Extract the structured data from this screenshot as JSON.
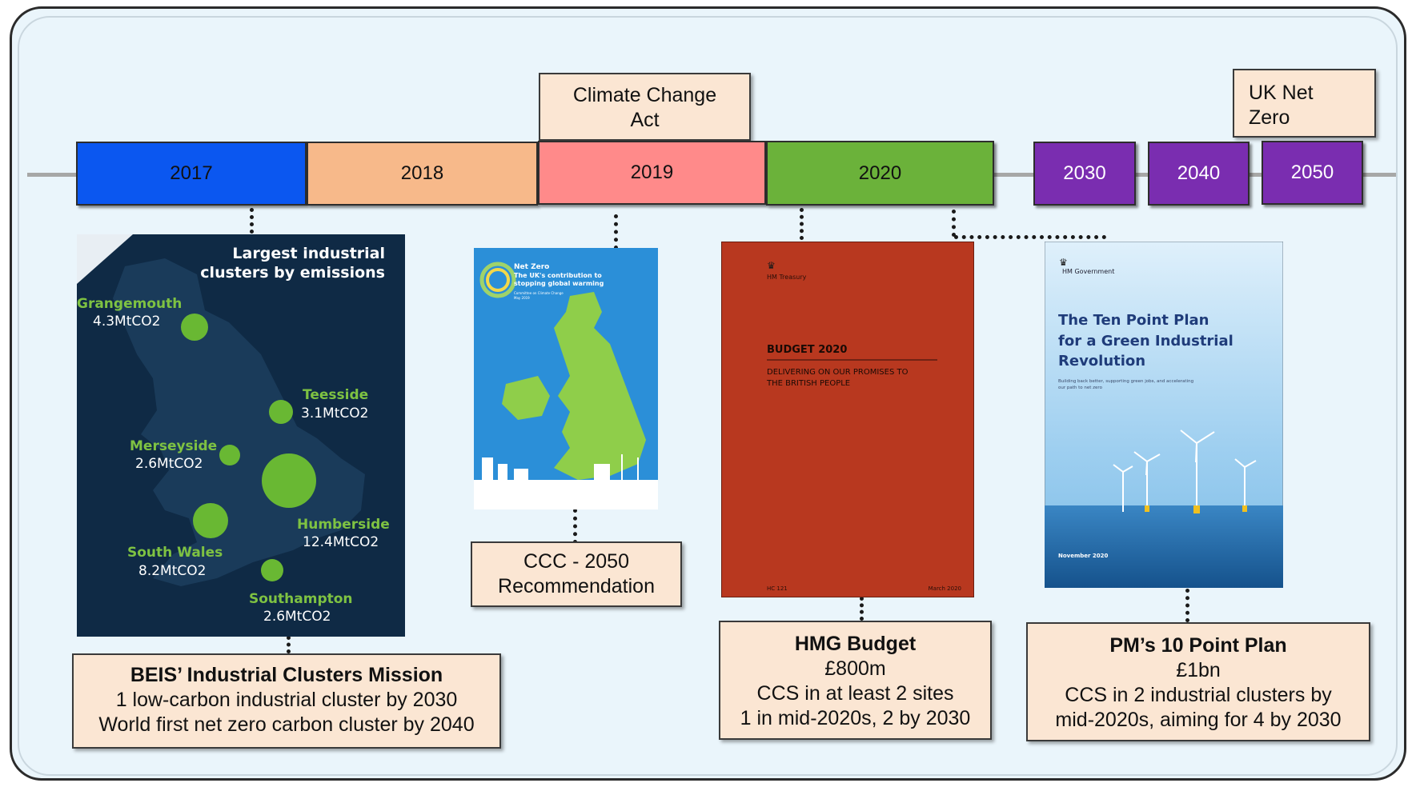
{
  "timeline": {
    "years": [
      {
        "label": "2017",
        "color": "#0b57f0"
      },
      {
        "label": "2018",
        "color": "#f7b98a"
      },
      {
        "label": "2019",
        "color": "#ff8a8a"
      },
      {
        "label": "2020",
        "color": "#6bb23a"
      },
      {
        "label": "2030",
        "color": "#7a2db0"
      },
      {
        "label": "2040",
        "color": "#7a2db0"
      },
      {
        "label": "2050",
        "color": "#7a2db0"
      }
    ]
  },
  "top_notes": {
    "climate_change_act": [
      "Climate Change",
      "Act"
    ],
    "uk_net_zero": [
      "UK Net",
      "Zero"
    ]
  },
  "map_panel": {
    "title": [
      "Largest industrial",
      "clusters by emissions"
    ],
    "clusters": [
      {
        "name": "Grangemouth",
        "value": "4.3MtCO2"
      },
      {
        "name": "Teesside",
        "value": "3.1MtCO2"
      },
      {
        "name": "Merseyside",
        "value": "2.6MtCO2"
      },
      {
        "name": "Humberside",
        "value": "12.4MtCO2"
      },
      {
        "name": "South Wales",
        "value": "8.2MtCO2"
      },
      {
        "name": "Southampton",
        "value": "2.6MtCO2"
      }
    ]
  },
  "ccc_cover": {
    "title": "Net Zero",
    "subtitle": [
      "The UK's contribution to",
      "stopping global warming"
    ],
    "publisher": "Committee on Climate Change",
    "date": "May 2019"
  },
  "budget_cover": {
    "org": "HM Treasury",
    "title": "BUDGET 2020",
    "subtitle": [
      "DELIVERING ON OUR PROMISES TO",
      "THE BRITISH PEOPLE"
    ],
    "code": "HC 121",
    "date": "March 2020"
  },
  "plan_cover": {
    "org": "HM Government",
    "title": [
      "The Ten Point Plan",
      "for a Green Industrial",
      "Revolution"
    ],
    "subtitle": [
      "Building back better, supporting green jobs, and accelerating",
      "our path to net zero"
    ],
    "date": "November 2020"
  },
  "bottom_notes": {
    "beis": {
      "title": "BEIS’ Industrial Clusters Mission",
      "lines": [
        "1 low-carbon industrial cluster by 2030",
        "World first net zero carbon cluster by 2040"
      ]
    },
    "ccc": {
      "lines": [
        "CCC - 2050",
        "Recommendation"
      ]
    },
    "budget": {
      "title": "HMG Budget",
      "lines": [
        "£800m",
        "CCS in at least 2 sites",
        "1 in mid-2020s, 2 by 2030"
      ]
    },
    "plan": {
      "title": "PM’s 10 Point Plan",
      "lines": [
        "£1bn",
        "CCS in 2 industrial clusters by",
        "mid-2020s, aiming for 4 by 2030"
      ]
    }
  }
}
